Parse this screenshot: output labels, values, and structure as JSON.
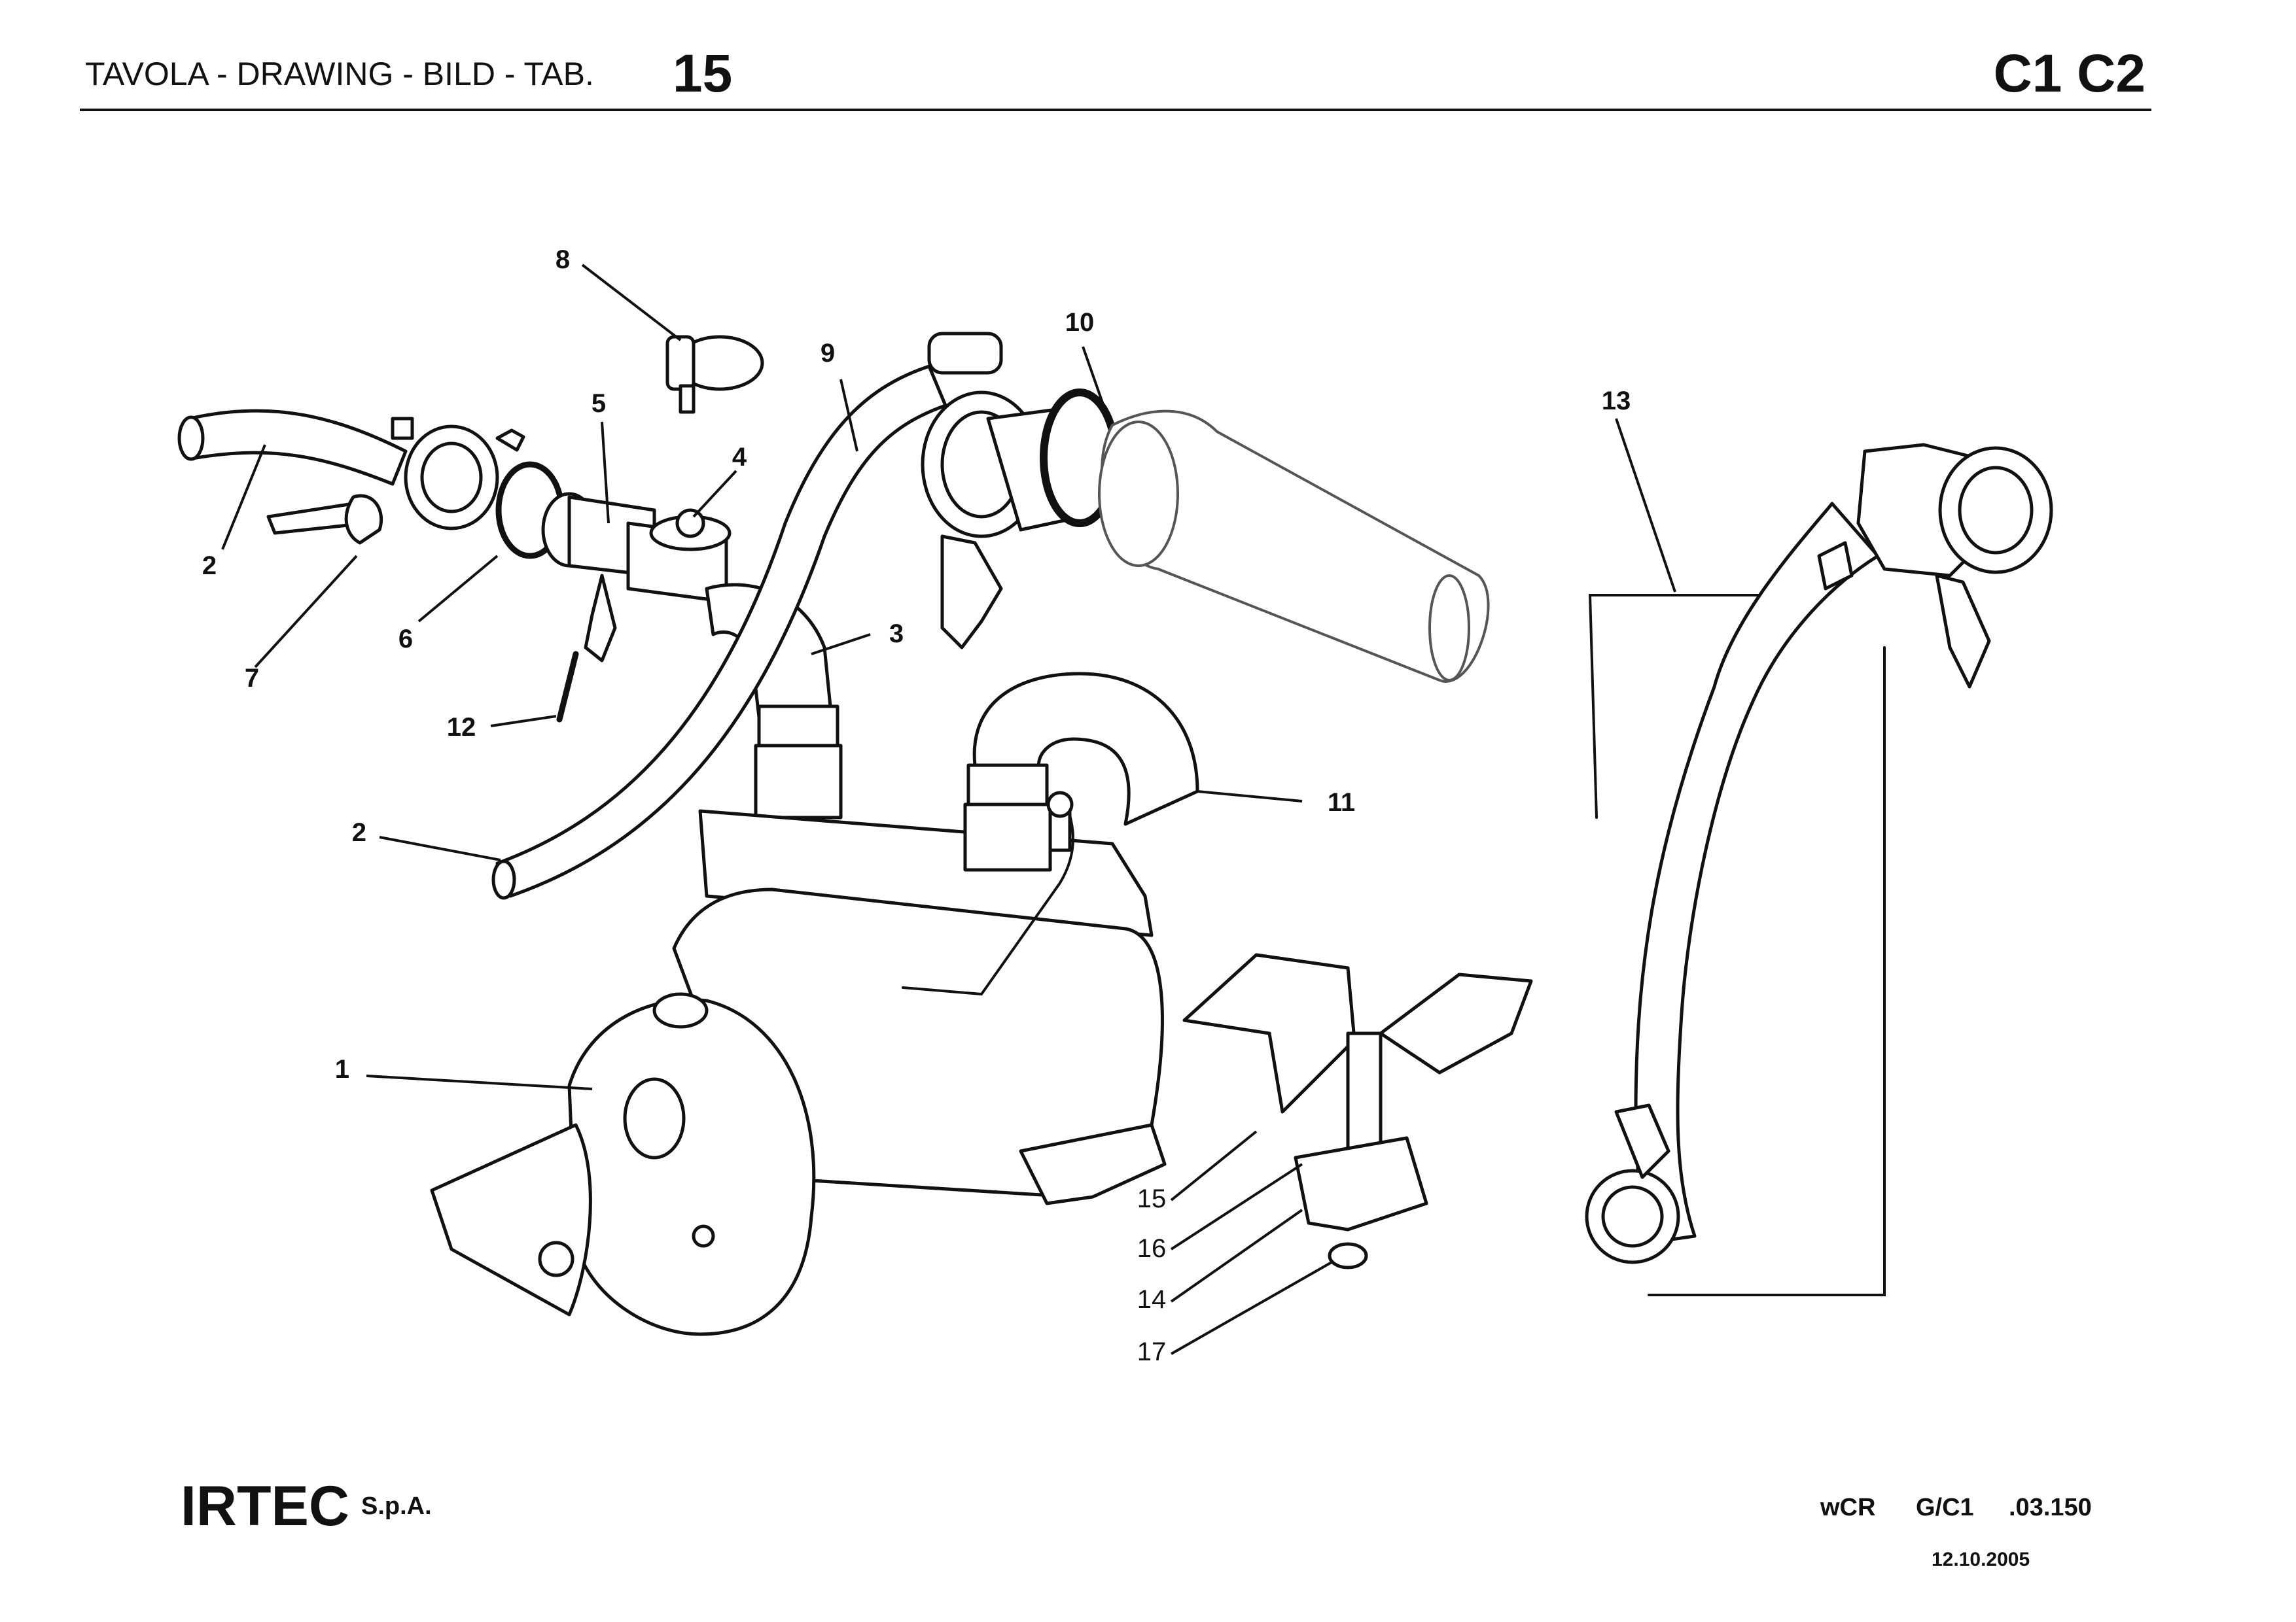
{
  "header": {
    "label": "TAVOLA - DRAWING - BILD - TAB.",
    "table_number": "15",
    "model_code": "C1 C2"
  },
  "footer": {
    "company": "IRTEC",
    "company_suffix": "S.p.A.",
    "ref_1": "wCR",
    "ref_2": "G/C1",
    "ref_3": ".03.150",
    "date": "12.10.2005"
  },
  "callouts": [
    "1",
    "2",
    "2",
    "3",
    "4",
    "5",
    "6",
    "7",
    "8",
    "9",
    "10",
    "11",
    "12",
    "13",
    "14",
    "15",
    "16",
    "17"
  ]
}
